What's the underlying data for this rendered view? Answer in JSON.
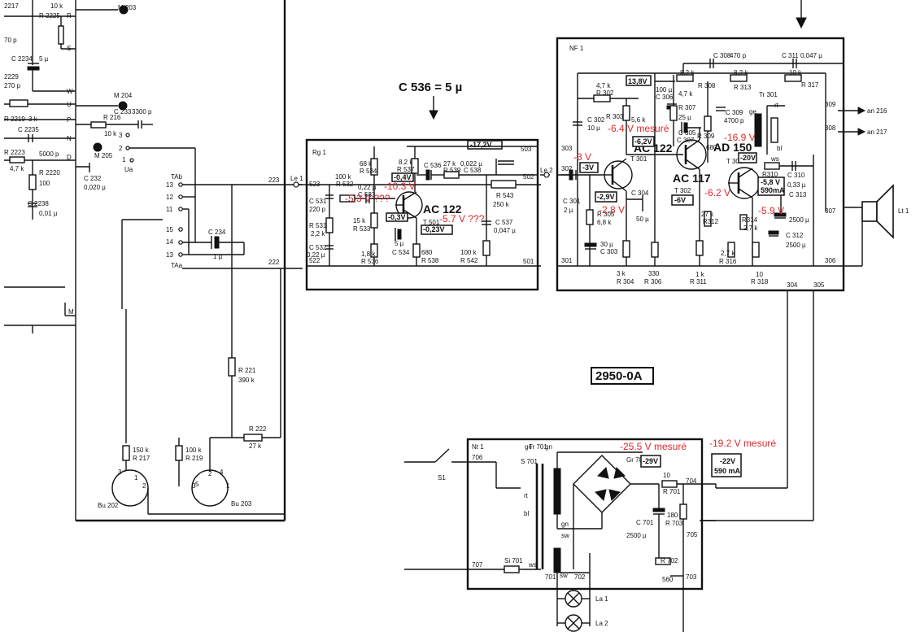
{
  "title_box": "2950-0A",
  "c536_note": "C 536 = 5 µ",
  "blocks": {
    "rg1": "Rg 1",
    "nf1": "NF 1",
    "nt1": "Nt 1"
  },
  "measurements": [
    "-10.3 V",
    "-5.3 V ???",
    "-5.7 V ???",
    "-3 V",
    "-6.4 V mesuré",
    "-2.8 V",
    "-6.2 V",
    "-16.9 V",
    "-5.9 V",
    "-25.5 V mesuré",
    "-19.2 V mesuré"
  ],
  "transistors": {
    "t501": "AC 122",
    "t301": "AC 122",
    "t302": "AC 117",
    "t303": "AD 150"
  },
  "boxed_voltages": {
    "b1": "-17,2V",
    "b2": "-0,4V",
    "b3": "-0,3V",
    "b4": "-0,23V",
    "b5": "13,8V",
    "b6": "-3V",
    "b7": "-6,2V",
    "b8": "-2,9V",
    "b9": "-6V",
    "b10": "-20V",
    "b11": "-5,8 V",
    "b12": "590mA",
    "b13": "-29V",
    "b14": "-22V",
    "b15": "590 mA"
  },
  "outputs": {
    "an216": "an 216",
    "an217": "an 217",
    "lt": "Lt 1"
  },
  "lamps": {
    "la1": "La 1",
    "la2": "La 2"
  },
  "labels": {
    "r2217": "2217",
    "r2225": "R 2225",
    "v10k": "10 k",
    "m203": "M 203",
    "c70p": "70 p",
    "c2234": "C 2234",
    "c5u": "5 µ",
    "c2229": "2229",
    "c270p": "270 p",
    "r2219": "R 2219",
    "r3k": "3 k",
    "m204": "M 204",
    "c233": "C 233",
    "c3300p": "3300 p",
    "r216": "R 216",
    "r10k": "10 k",
    "c2235": "C 2235",
    "c5000p": "5000 p",
    "r2223": "R 2223",
    "r47k": "4,7 k",
    "r2220": "R 2220",
    "r100": "100",
    "c2238": "C 2238",
    "c001": "0,01 µ",
    "m205": "M 205",
    "c232": "C 232",
    "c020": "0,020 µ",
    "ua": "Ua",
    "tab": "TAb",
    "taa": "TAa",
    "c234": "C 234",
    "c1u": "1 µ",
    "n223": "223",
    "n222": "222",
    "le1": "Le 1",
    "le2": "Le 2",
    "r221": "R 221",
    "r221v": "390 k",
    "r222": "R 222",
    "r222v": "27 k",
    "r217": "R 217",
    "r217v": "150 k",
    "r219": "R 219",
    "r219v": "100 k",
    "bu202": "Bu 202",
    "bu203": "Bu 203",
    "n523": "523",
    "n522": "522",
    "n503": "503",
    "n502": "502",
    "n501": "501",
    "c531": "C 531",
    "c531v": "220 p",
    "r531": "R 531",
    "r531v": "2,2 k",
    "c532": "C 532",
    "c532v": "0,22 µ",
    "r532": "R 532",
    "r532v": "100 k",
    "c533": "C 533",
    "c533v": "0,22 µ",
    "r533": "R 533",
    "r533v": "15 k",
    "r534": "R 534",
    "r534v": "68 k",
    "r537": "R 537",
    "r537v": "8,2 k",
    "c536": "C 536",
    "r539": "R 539",
    "r539v": "27 k",
    "c538": "C 538",
    "c538v": "0,022 µ",
    "r543": "R 543",
    "r543v": "250 k",
    "c537": "C 537",
    "c537v": "0,047 µ",
    "r536": "R 536",
    "r536v": "1,8 k",
    "c534": "C 534",
    "c534v": "5 µ",
    "r538": "R 538",
    "r538v": "680",
    "r542": "R 542",
    "r542v": "100 k",
    "t501l": "T 501",
    "n303": "303",
    "n302": "302",
    "n301": "301",
    "n309": "309",
    "n308": "308",
    "n307": "307",
    "n306": "306",
    "n304": "304",
    "n305": "305",
    "r302": "R 302",
    "r302v": "4,7 k",
    "c302": "C 302",
    "c302v": "10 µ",
    "r303": "R 303",
    "r303v": "5,6 k",
    "c301": "C 301",
    "c301v": "2 µ",
    "r305": "R 305",
    "r305v": "6,8 k",
    "c303": "C 303",
    "c303v": "30 µ",
    "r304": "R 304",
    "r304v": "3 k",
    "c304": "C 304",
    "c304v": "50 µ",
    "c306": "C 306",
    "c306v": "100 µ",
    "r307": "R 307",
    "r307v": "4,7 k",
    "c305": "C 305",
    "c305v": "25 µ",
    "r306": "R 306",
    "r306v": "330",
    "c307": "C 307",
    "r309": "R 309",
    "r309v": "680",
    "r308": "R 308",
    "r308v": "8,2 k",
    "c308": "C 308",
    "c308v": "470 p",
    "r313": "R 313",
    "r313v": "8,2 k",
    "c311": "C 311",
    "c311v": "0,047 µ",
    "r317": "R 317",
    "r317v": "10 k",
    "c309": "C 309",
    "c309v": "4700 p",
    "tr301": "Tr 301",
    "r312": "R312",
    "r312v": "27 k",
    "r311": "R 311",
    "r311v": "1 k",
    "r314": "R314",
    "r314v": "2,7 k",
    "r316": "R 316",
    "r316v": "2,7 k",
    "r310": "R310",
    "c310": "C 310",
    "c310v": "0,33 µ",
    "c313": "C 313",
    "c313v": "2500 µ",
    "c312": "C 312",
    "c312v": "2500 µ",
    "r318": "R 318",
    "r318v": "10",
    "t301l": "T 301",
    "t302l": "T 302",
    "t303l": "T 303",
    "s1": "S1",
    "n706": "706",
    "n707": "707",
    "n701": "701",
    "n702": "702",
    "n703": "703",
    "n704": "704",
    "n705": "705",
    "tr701": "Tr 701",
    "s701": "S 701",
    "si701": "Si 701",
    "gr701": "Gr 701",
    "r701": "R 701",
    "r701v": "10",
    "c701": "C 701",
    "c701v": "2500 µ",
    "r703": "R 703",
    "r703v": "180",
    "r702": "R 702",
    "r702v": "560",
    "ge": "ge",
    "gn": "gn",
    "rt": "rt",
    "bl": "bl",
    "sw": "sw",
    "ws": "ws",
    "gn2": "gn",
    "sw2": "sw",
    "ws2": "ws",
    "pin1": "1",
    "pin2": "2",
    "pin3": "3",
    "pin4": "4",
    "pin5": "5",
    "pin1b": "1",
    "pin2b": "2",
    "pin3b": "3",
    "sw2l": "2",
    "sw3l": "3",
    "sw1l": "1",
    "p13": "13",
    "p12": "12",
    "p11": "11",
    "p15": "15",
    "p14": "14",
    "p13b": "13",
    "lw": "W",
    "lu": "U",
    "lp": "P",
    "ln": "N",
    "ld": "D",
    "lr": "R",
    "ls": "S",
    "lm": "M"
  }
}
